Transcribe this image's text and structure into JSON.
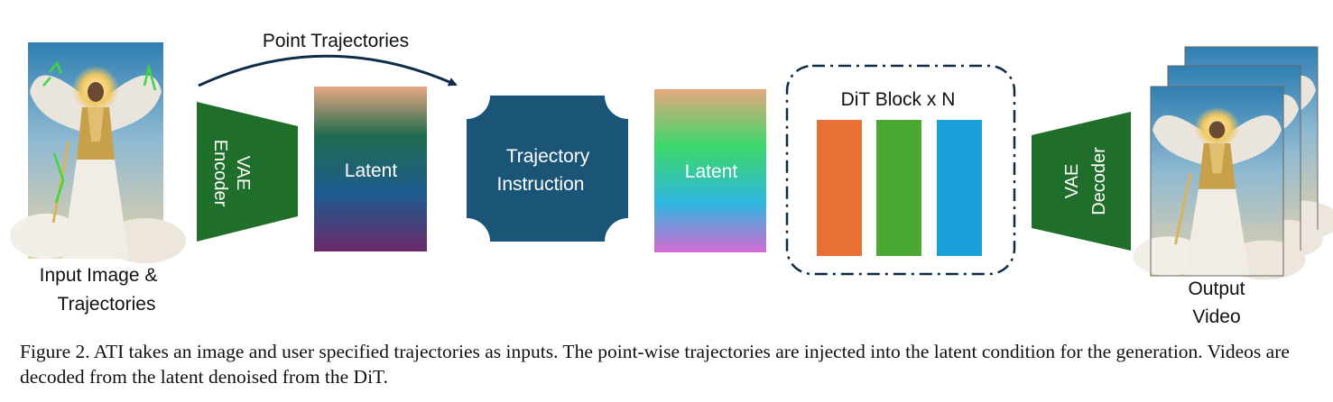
{
  "diagram": {
    "input_label_line1": "Input Image &",
    "input_label_line2": "Trajectories",
    "point_trajectories_label": "Point Trajectories",
    "vae_encoder_line1": "VAE",
    "vae_encoder_line2": "Encoder",
    "latent_1_label": "Latent",
    "trajectory_instruction_line1": "Trajectory",
    "trajectory_instruction_line2": "Instruction",
    "latent_2_label": "Latent",
    "dit_block_label": "DiT Block x N",
    "vae_decoder_line1": "VAE",
    "vae_decoder_line2": "Decoder",
    "output_label_line1": "Output",
    "output_label_line2": "Video"
  },
  "colors": {
    "vae_green": "#1f6e2a",
    "instruction_blue": "#1a5577",
    "block_orange": "#e87034",
    "block_green": "#4aa832",
    "block_blue": "#1aa0d8"
  },
  "caption": "Figure 2. ATI takes an image and user specified trajectories as inputs. The point-wise trajectories are injected into the latent condition for the generation. Videos are decoded from the latent denoised from the DiT."
}
